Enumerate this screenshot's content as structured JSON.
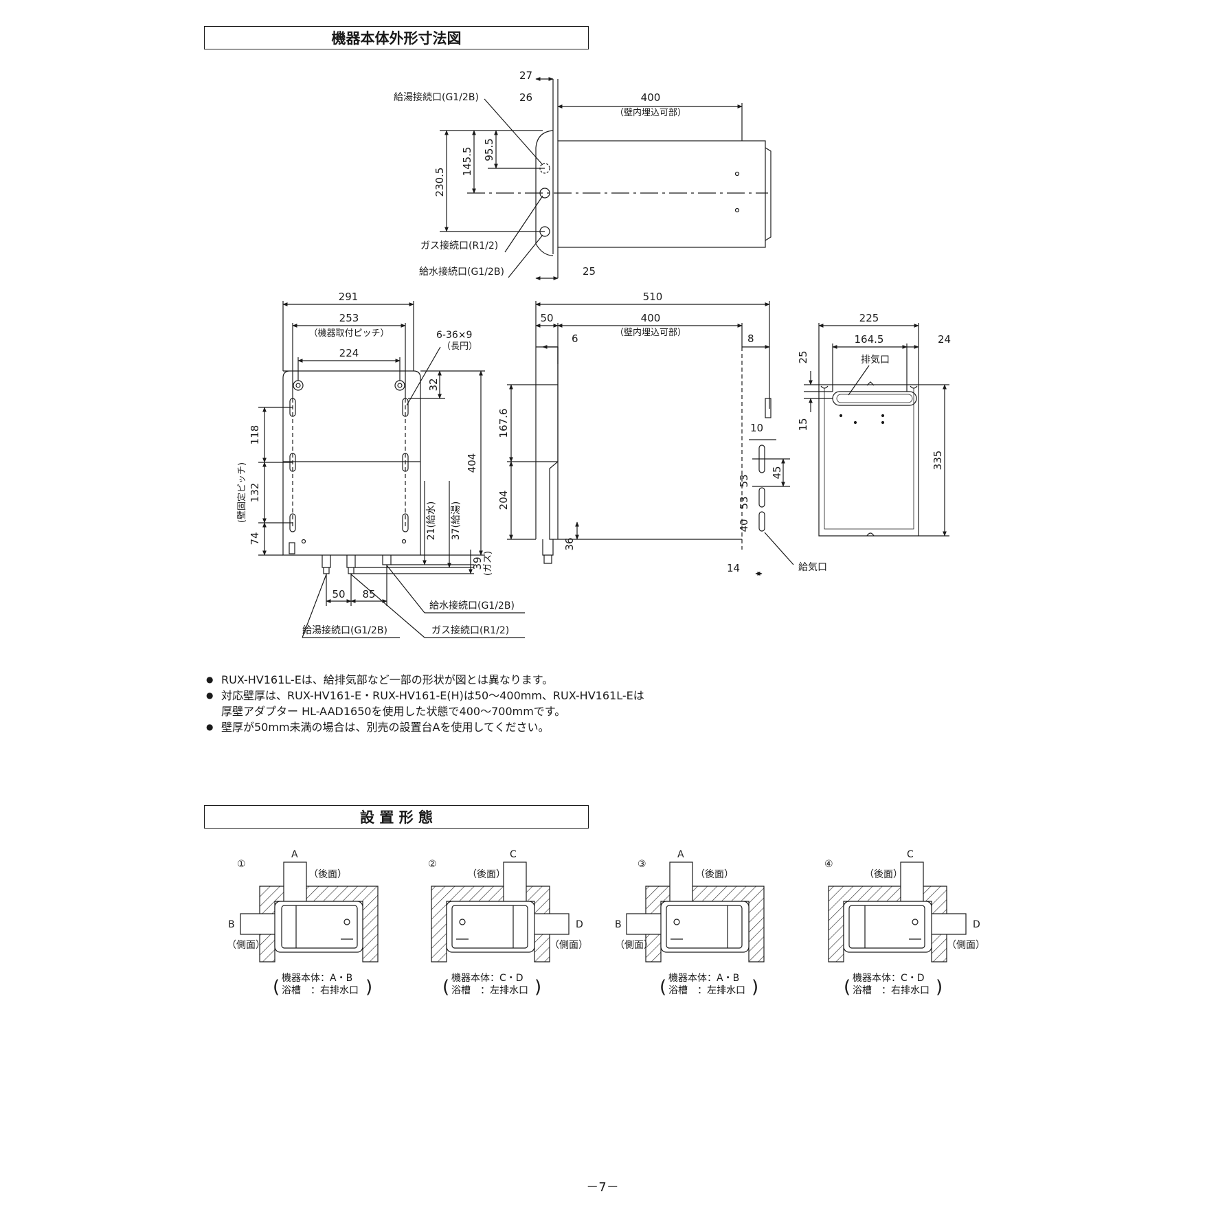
{
  "headers": {
    "dimensions": "機器本体外形寸法図",
    "installation": "設 置 形 態"
  },
  "side_view": {
    "dims": {
      "d27": "27",
      "d26": "26",
      "d400": "400",
      "d145_5": "145.5",
      "d95_5": "95.5",
      "d230_5": "230.5",
      "d25": "25"
    },
    "wall_embed": "（壁内埋込可部）",
    "hot_port": "給湯接続口(G1/2B)",
    "gas_port": "ガス接続口(R1/2)",
    "water_port": "給水接続口(G1/2B)"
  },
  "front_view": {
    "dims": {
      "d291": "291",
      "d253": "253",
      "d224": "224",
      "d118": "118",
      "d132": "132",
      "d74": "74",
      "d404": "404",
      "d32": "32",
      "d50": "50",
      "d85": "85",
      "d39": "39"
    },
    "mount_pitch": "（機器取付ピッチ）",
    "wall_pitch": "(壁固定ピッチ)",
    "slot": "6-36×9",
    "slot_sub": "（長円）",
    "water_h": "21(給水)",
    "hot_h": "37(給湯)",
    "gas_h": "(ガス)",
    "water_port": "給水接続口(G1/2B)",
    "hot_port": "給湯接続口(G1/2B)",
    "gas_port": "ガス接続口(R1/2)"
  },
  "top_view": {
    "dims": {
      "d510": "510",
      "d50": "50",
      "d400": "400",
      "d6": "6",
      "d8": "8",
      "d167_6": "167.6",
      "d204": "204",
      "d36": "36",
      "d10": "10",
      "d53a": "53",
      "d53b": "53",
      "d40": "40",
      "d45": "45",
      "d14": "14"
    },
    "wall_embed": "（壁内埋込可部）",
    "intake": "給気口"
  },
  "rear_view": {
    "dims": {
      "d225": "225",
      "d164_5": "164.5",
      "d24": "24",
      "d25": "25",
      "d15": "15",
      "d335": "335"
    },
    "exhaust": "排気口"
  },
  "notes": [
    "RUX-HV161L-Eは、給排気部など一部の形状が図とは異なります。",
    "対応壁厚は、RUX-HV161-E・RUX-HV161-E(H)は50～400mm、RUX-HV161L-Eは",
    "厚壁アダプター HL-AAD1650を使用した状態で400～700mmです。",
    "壁厚が50mm未満の場合は、別売の設置台Aを使用してください。"
  ],
  "installations": [
    {
      "num": "①",
      "top": "A",
      "side": "B",
      "rear_label": "（後面）",
      "side_label": "（側面）",
      "line1": "機器本体：A・B",
      "line2": "浴槽　：右排水口"
    },
    {
      "num": "②",
      "top": "C",
      "side": "D",
      "rear_label": "（後面）",
      "side_label": "（側面）",
      "line1": "機器本体：C・D",
      "line2": "浴槽　：左排水口"
    },
    {
      "num": "③",
      "top": "A",
      "side": "B",
      "rear_label": "（後面）",
      "side_label": "（側面）",
      "line1": "機器本体：A・B",
      "line2": "浴槽　：左排水口"
    },
    {
      "num": "④",
      "top": "C",
      "side": "D",
      "rear_label": "（後面）",
      "side_label": "（側面）",
      "line1": "機器本体：C・D",
      "line2": "浴槽　：右排水口"
    }
  ],
  "page_number": "－7－"
}
